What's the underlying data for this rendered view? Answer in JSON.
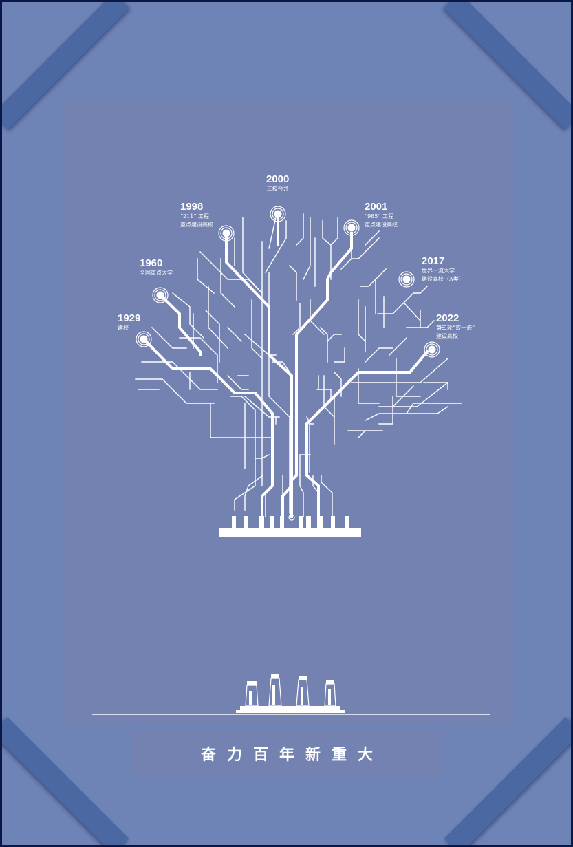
{
  "milestones": [
    {
      "id": "1929",
      "year": "1929",
      "desc": "建校"
    },
    {
      "id": "1960",
      "year": "1960",
      "desc": "全国重点大学"
    },
    {
      "id": "1998",
      "year": "1998",
      "desc": "“211” 工程\n重点建设高校"
    },
    {
      "id": "2000",
      "year": "2000",
      "desc": "三校合并"
    },
    {
      "id": "2001",
      "year": "2001",
      "desc": "“985” 工程\n重点建设高校"
    },
    {
      "id": "2017",
      "year": "2017",
      "desc": "世界一流大学\n建设高校（A类）"
    },
    {
      "id": "2022",
      "year": "2022",
      "desc": "第二轮“双一流”\n建设高校"
    }
  ],
  "slogan": "奋力百年新重大",
  "colors": {
    "frame_bg": "#6e83b6",
    "poster_bg": "#7482b1",
    "line": "#ffffff",
    "corner_band": "#4c68a2"
  },
  "icons": {
    "tree": "circuit-tree-icon",
    "monument": "four-pillars-monument-icon",
    "node": "ring-node-icon"
  }
}
